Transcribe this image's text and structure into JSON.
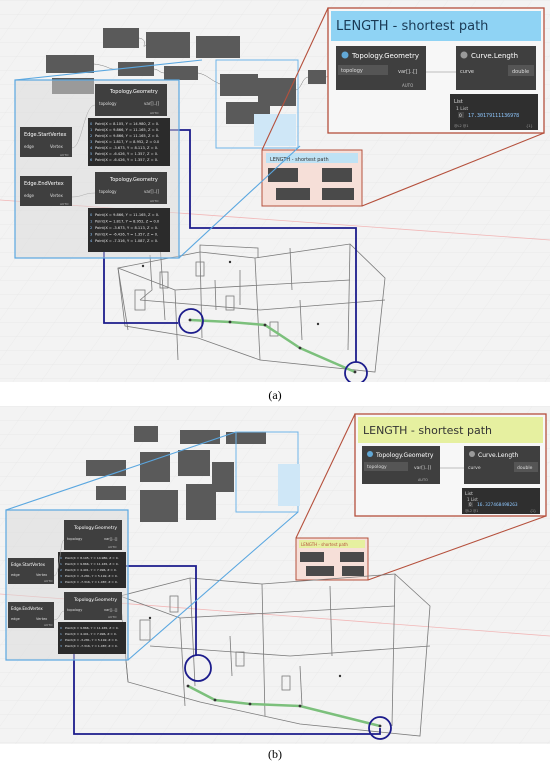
{
  "figure": {
    "caption_a": "(a)",
    "caption_b": "(b)"
  },
  "panel_a": {
    "group_title": "LENGTH - shortest path",
    "node_topology": {
      "title": "Topology.Geometry",
      "input": "topology",
      "output": "var[]..[]",
      "lacing": "AUTO"
    },
    "node_curve": {
      "title": "Curve.Length",
      "input": "curve",
      "output": "double"
    },
    "watch": {
      "header": "List",
      "subheader": "1 List",
      "index": "0",
      "value": "17.30179111136978",
      "footer_left": "@L2 @1",
      "footer_right": "{1}"
    },
    "small_group_title": "LENGTH - shortest path",
    "node_start": {
      "title": "Edge.StartVertex",
      "input": "edge",
      "output": "Vertex",
      "lacing": "AUTO"
    },
    "node_end": {
      "title": "Edge.EndVertex",
      "input": "edge",
      "output": "Vertex",
      "lacing": "AUTO"
    },
    "node_geom1": {
      "title": "Topology.Geometry",
      "input": "topology",
      "output": "var[]..[]",
      "lacing": "AUTO"
    },
    "node_geom2": {
      "title": "Topology.Geometry",
      "input": "topology",
      "output": "var[]..[]",
      "lacing": "AUTO"
    },
    "points1": [
      "Point(X = 8.105, Y = 14.980, Z = 0.",
      "Point(X = 9.866, Y = 11.165, Z = 0.",
      "Point(X = 9.866, Y = 11.165, Z = 0.",
      "Point(X = 1.817, Y = 8.952, Z = 0.0",
      "Point(X = -3.673, Y = 8.113, Z = 0.",
      "Point(X = -6.426, Y = 1.357, Z = 0.",
      "Point(X = -6.426, Y = 1.357, Z = 0."
    ],
    "points2": [
      "Point(X = 9.866, Y = 11.165, Z = 0.",
      "Point(X = 1.817, Y = 8.952, Z = 0.0",
      "Point(X = -3.673, Y = 8.113, Z = 0.",
      "Point(X = -6.426, Y = 1.357, Z = 0.",
      "Point(X = -7.316, Y = 1.087, Z = 0."
    ]
  },
  "panel_b": {
    "group_title": "LENGTH - shortest path",
    "node_topology": {
      "title": "Topology.Geometry",
      "input": "topology",
      "output": "var[]..[]",
      "lacing": "AUTO"
    },
    "node_curve": {
      "title": "Curve.Length",
      "input": "curve",
      "output": "double"
    },
    "watch": {
      "header": "List",
      "subheader": "1 List",
      "index": "0",
      "value": "16.327468498263",
      "footer_left": "@L2 @1",
      "footer_right": "{1}"
    },
    "small_group_title": "LENGTH - shortest path",
    "node_start": {
      "title": "Edge.StartVertex",
      "input": "edge",
      "output": "Vertex",
      "lacing": "AUTO"
    },
    "node_end": {
      "title": "Edge.EndVertex",
      "input": "edge",
      "output": "Vertex",
      "lacing": "AUTO"
    },
    "node_geom1": {
      "title": "Topology.Geometry",
      "input": "topology",
      "output": "var[]..[]",
      "lacing": "AUTO"
    },
    "node_geom2": {
      "title": "Topology.Geometry",
      "input": "topology",
      "output": "var[]..[]",
      "lacing": "AUTO"
    },
    "points1": [
      "Point(X = 8.105, Y = 14.980, Z = 0.",
      "Point(X = 9.866, Y = 11.165, Z = 0.",
      "Point(X = 4.401, Y = 7.996, Z = 0.",
      "Point(X = -3.281, Y = 5.192, Z = 0.",
      "Point(X = -7.316, Y = 1.087, Z = 0."
    ],
    "points2": [
      "Point(X = 9.866, Y = 11.165, Z = 0.",
      "Point(X = 4.401, Y = 7.996, Z = 0.",
      "Point(X = -3.281, Y = 5.192, Z = 0.",
      "Point(X = -7.316, Y = 1.087, Z = 0."
    ]
  },
  "colors": {
    "highlight_a": "#8fd3f4",
    "highlight_b": "#e6f0a0",
    "callout_border": "#b5503c",
    "dark_navy": "#1c1c8c",
    "light_blue": "#5aa7e0",
    "path_green": "#7cc07c",
    "node_header": "#3f3f3f"
  }
}
